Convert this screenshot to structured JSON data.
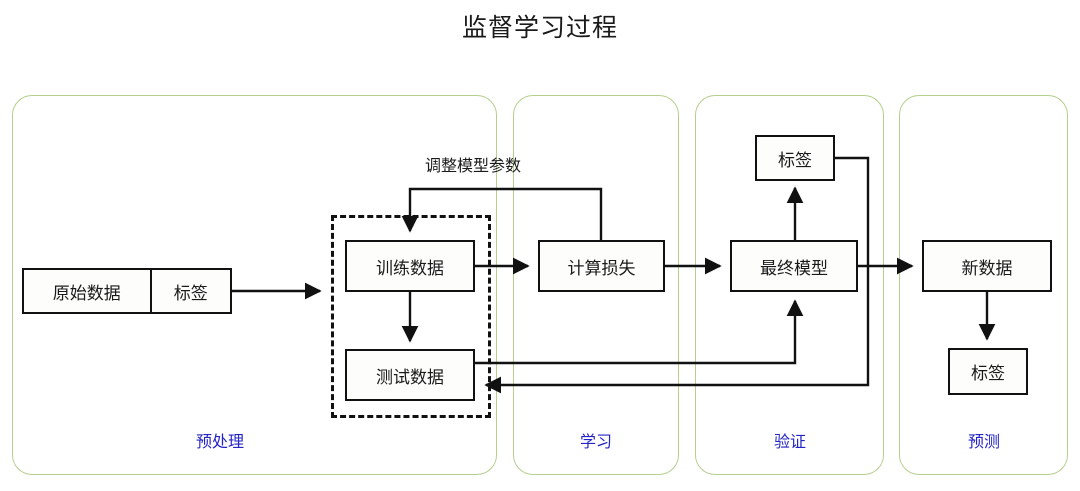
{
  "title": "监督学习过程",
  "colors": {
    "phase_border": "#b4cf8e",
    "phase_label": "#2323c8",
    "node_border": "#111111",
    "node_fill": "#fdfdfb",
    "edge": "#111111",
    "background": "#ffffff"
  },
  "phases": [
    {
      "id": "preprocess",
      "label": "预处理"
    },
    {
      "id": "learning",
      "label": "学习"
    },
    {
      "id": "validation",
      "label": "验证"
    },
    {
      "id": "prediction",
      "label": "预测"
    }
  ],
  "nodes": {
    "raw_data": "原始数据",
    "raw_label": "标签",
    "train_data": "训练数据",
    "test_data": "测试数据",
    "compute_loss": "计算损失",
    "final_model": "最终模型",
    "validation_label": "标签",
    "new_data": "新数据",
    "predicted_label": "标签"
  },
  "edge_labels": {
    "adjust_params": "调整模型参数"
  },
  "chart_data": {
    "type": "diagram",
    "title": "监督学习过程",
    "groups": [
      {
        "name": "预处理",
        "members": [
          "原始数据",
          "标签",
          "训练数据",
          "测试数据"
        ]
      },
      {
        "name": "学习",
        "members": [
          "计算损失"
        ]
      },
      {
        "name": "验证",
        "members": [
          "最终模型",
          "标签"
        ]
      },
      {
        "name": "预测",
        "members": [
          "新数据",
          "标签"
        ]
      }
    ],
    "edges": [
      {
        "from": "原始数据/标签",
        "to": "训练集划分(虚线框)",
        "label": ""
      },
      {
        "from": "训练数据",
        "to": "测试数据",
        "label": ""
      },
      {
        "from": "训练数据",
        "to": "计算损失",
        "label": ""
      },
      {
        "from": "计算损失",
        "to": "训练数据",
        "label": "调整模型参数"
      },
      {
        "from": "计算损失",
        "to": "最终模型",
        "label": ""
      },
      {
        "from": "测试数据",
        "to": "最终模型",
        "label": ""
      },
      {
        "from": "最终模型",
        "to": "标签(验证)",
        "label": ""
      },
      {
        "from": "最终模型",
        "to": "新数据",
        "label": ""
      },
      {
        "from": "标签(验证)",
        "to": "测试数据",
        "label": ""
      },
      {
        "from": "新数据",
        "to": "标签(预测)",
        "label": ""
      }
    ]
  }
}
